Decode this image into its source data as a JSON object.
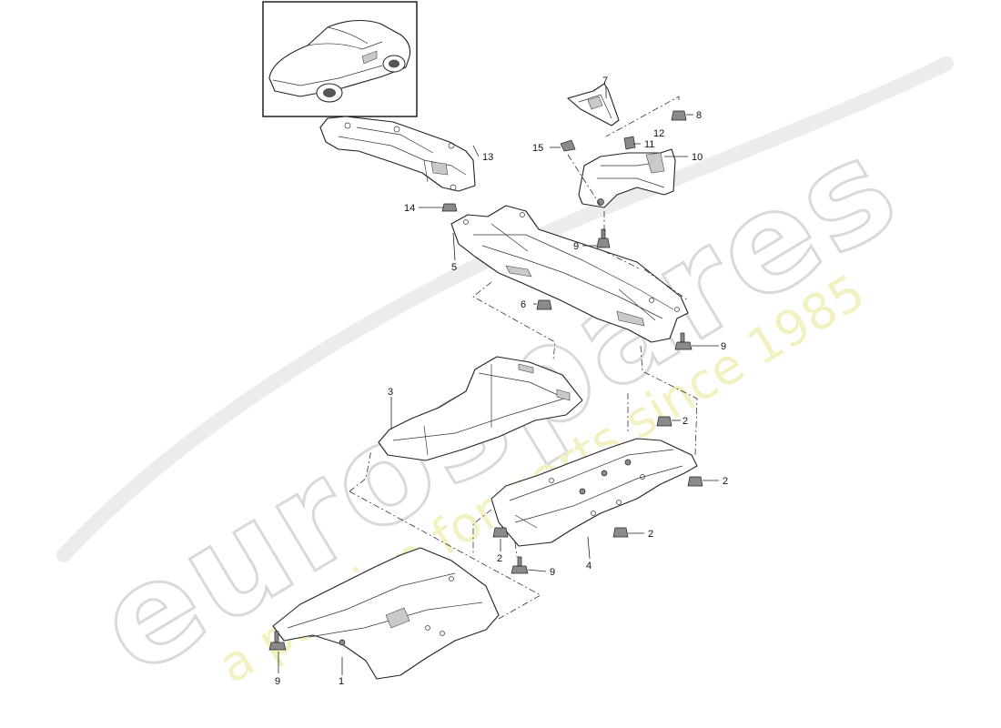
{
  "watermark": {
    "brand": "eurospares",
    "tagline": "a passion for parts since 1985"
  },
  "thumbnail": {
    "icon": "car-icon"
  },
  "callouts": [
    {
      "id": "c1",
      "text": "1"
    },
    {
      "id": "c2a",
      "text": "2"
    },
    {
      "id": "c2b",
      "text": "2"
    },
    {
      "id": "c2c",
      "text": "2"
    },
    {
      "id": "c2d",
      "text": "2"
    },
    {
      "id": "c3",
      "text": "3"
    },
    {
      "id": "c4",
      "text": "4"
    },
    {
      "id": "c5",
      "text": "5"
    },
    {
      "id": "c6",
      "text": "6"
    },
    {
      "id": "c7",
      "text": "7"
    },
    {
      "id": "c8",
      "text": "8"
    },
    {
      "id": "c9a",
      "text": "9"
    },
    {
      "id": "c9b",
      "text": "9"
    },
    {
      "id": "c9c",
      "text": "9"
    },
    {
      "id": "c9d",
      "text": "9"
    },
    {
      "id": "c10",
      "text": "10"
    },
    {
      "id": "c11",
      "text": "11"
    },
    {
      "id": "c12",
      "text": "12"
    },
    {
      "id": "c13",
      "text": "13"
    },
    {
      "id": "c14",
      "text": "14"
    },
    {
      "id": "c15",
      "text": "15"
    }
  ]
}
